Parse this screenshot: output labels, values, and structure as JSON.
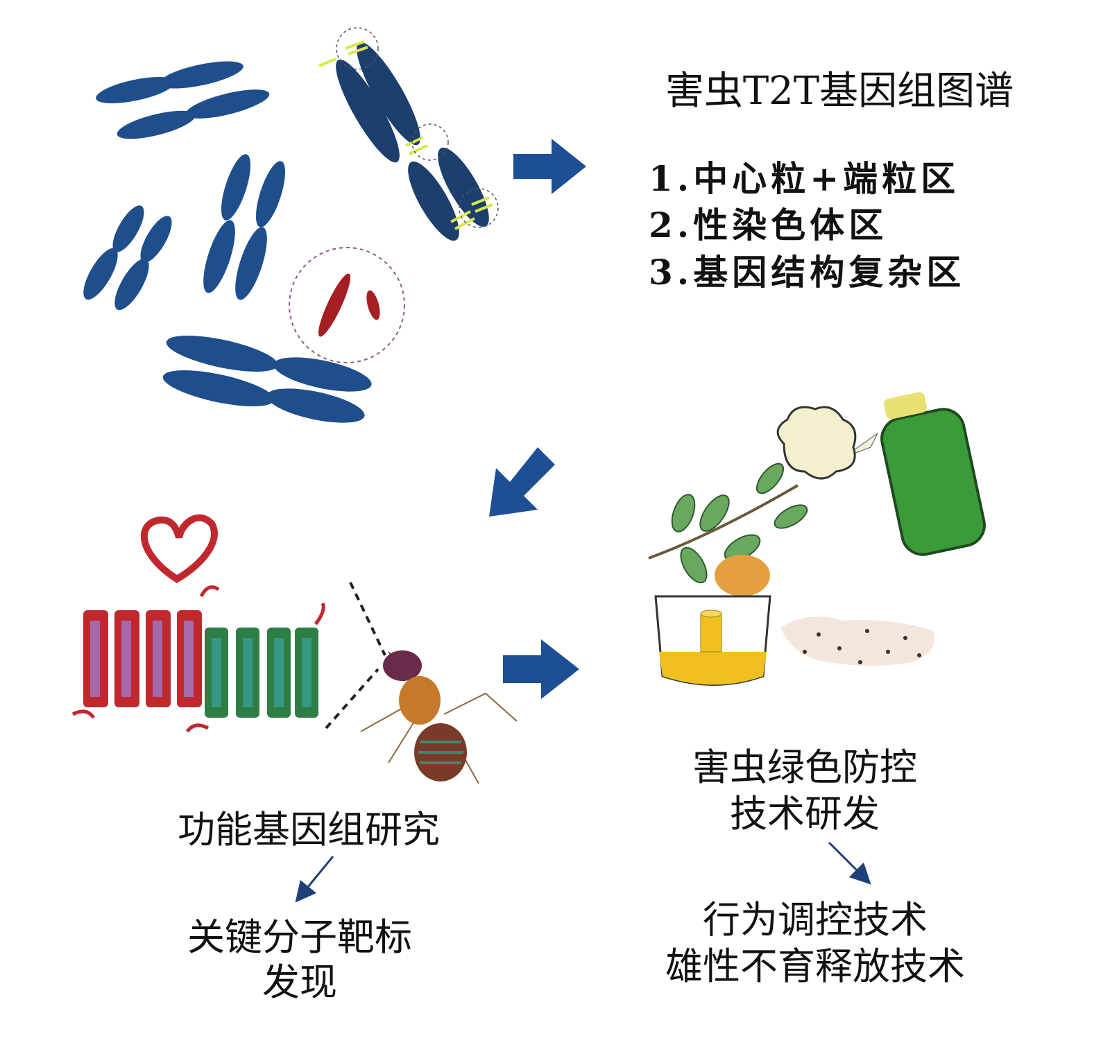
{
  "top_right": {
    "title": "害虫T2T基因组图谱",
    "items": [
      "1.中心粒+端粒区",
      "2.性染色体区",
      "3.基因结构复杂区"
    ]
  },
  "bottom_left": {
    "label": "功能基因组研究",
    "result_line1": "关键分子靶标",
    "result_line2": "发现"
  },
  "bottom_right": {
    "label_line1": "害虫绿色防控",
    "label_line2": "技术研发",
    "result_line1": "行为调控技术",
    "result_line2": "雄性不育释放技术"
  },
  "colors": {
    "chromosome": "#1f4e8c",
    "sex_chromosome": "#a41e22",
    "arrow": "#1e4f95",
    "membrane_red": "#c0282e",
    "membrane_green": "#2e7d45",
    "spray_can": "#3b9a3a",
    "trap_liquid": "#f0c020"
  }
}
